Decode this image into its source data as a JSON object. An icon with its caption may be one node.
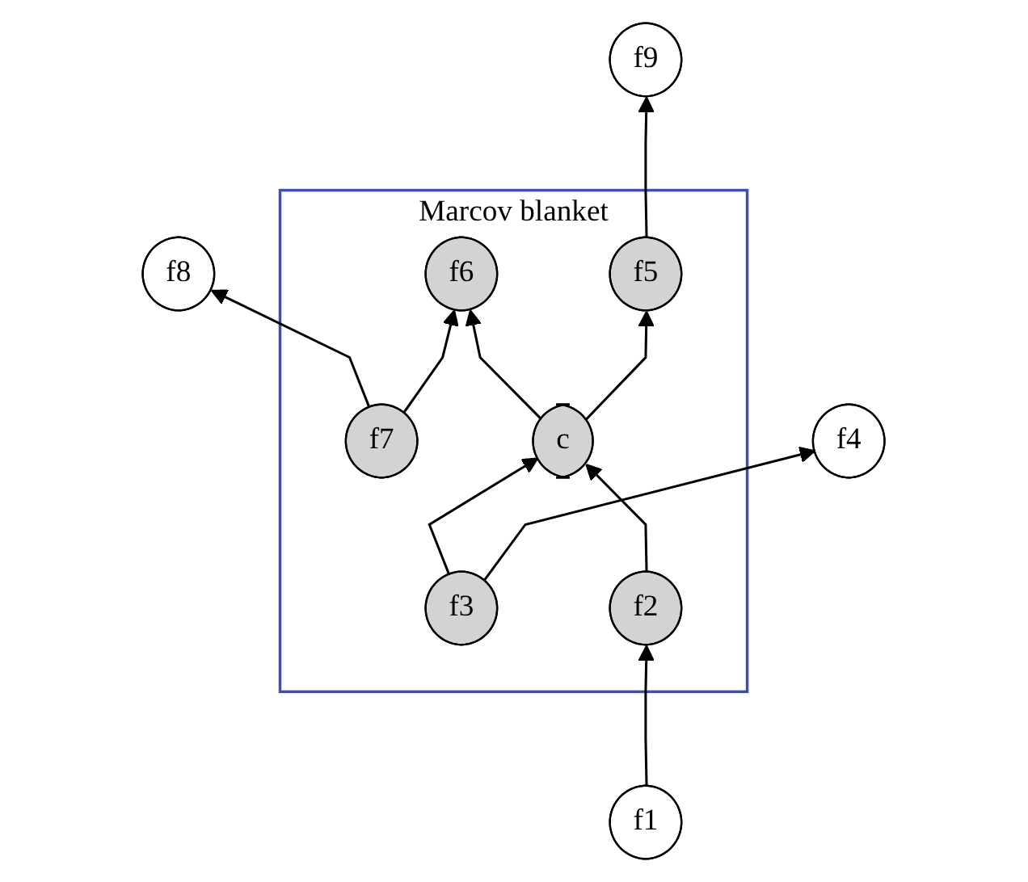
{
  "diagram": {
    "nodes": [
      {
        "text": [
          "f9"
        ]
      },
      {
        "text": [
          "f8"
        ]
      },
      {
        "text": [
          "Marcov blanket"
        ]
      },
      {
        "text": [
          "f6"
        ],
        "in": 2
      },
      {
        "text": [
          "f7"
        ],
        "in": 2
      },
      {
        "text": [
          "c"
        ],
        "in": 2
      },
      {
        "text": [
          "f5"
        ],
        "in": 2
      },
      {
        "text": [
          "f3"
        ],
        "in": 2
      },
      {
        "text": [
          "f1"
        ]
      },
      {
        "text": [
          "f2"
        ],
        "in": 2
      },
      {
        "text": [
          "f4"
        ]
      }
    ],
    "edges": [
      {
        "from": 4,
        "to": 1,
        "arrow": "to"
      },
      {
        "from": 4,
        "to": 3,
        "arrow": "to"
      },
      {
        "from": 5,
        "to": 3,
        "arrow": "to"
      },
      {
        "from": 7,
        "to": 5,
        "arrow": "to"
      },
      {
        "from": 5,
        "to": 6,
        "arrow": "to"
      },
      {
        "from": 6,
        "to": 0,
        "arrow": "to"
      },
      {
        "from": 9,
        "to": 5,
        "arrow": "to"
      },
      {
        "from": 8,
        "to": 9,
        "arrow": "to"
      },
      {
        "from": 7,
        "to": 10,
        "arrow": "to"
      }
    ]
  }
}
